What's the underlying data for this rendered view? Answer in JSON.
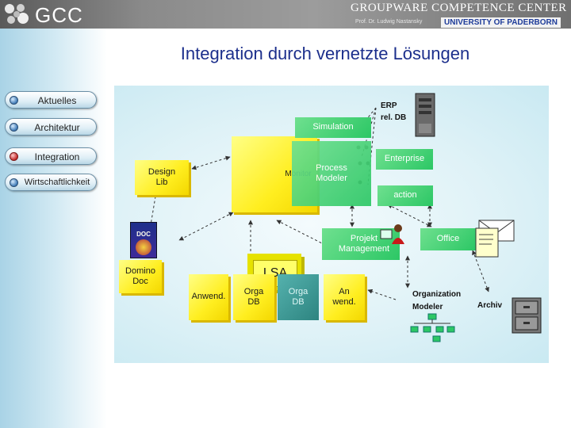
{
  "header": {
    "logo_text": "GCC",
    "center_name": "GROUPWARE COMPETENCE CENTER",
    "professor": "Prof. Dr. Ludwig Nastansky",
    "university": "UNIVERSITY OF PADERBORN"
  },
  "page_title": "Integration durch vernetzte Lösungen",
  "nav": [
    {
      "label": "Aktuelles"
    },
    {
      "label": "Architektur"
    },
    {
      "label": "Integration"
    },
    {
      "label": "Wirtschaftlichkeit"
    }
  ],
  "diagram": {
    "design_lib": "Design\nLib",
    "monitor": "Monitor",
    "simulation": "Simulation",
    "process_modeler": "Process\nModeler",
    "enterprise": "Enterprise",
    "action": "action",
    "erp": "ERP\nrel. DB",
    "domino_doc": "Domino\nDoc",
    "projekt": "Projekt\nManagement",
    "office": "Office",
    "lsa": "LSA",
    "anwend": "Anwend.",
    "orga_db_1": "Orga\nDB",
    "orga_db_2": "Orga\nDB",
    "anwend_2": "An\nwend.",
    "org_modeler": "Organization\nModeler",
    "archiv": "Archiv",
    "book_cover": "DOC"
  },
  "colors": {
    "title": "#1c2f8c",
    "yellow_box": "#ffee20",
    "green_box": "#2cc765",
    "teal_box": "#2d8480"
  }
}
